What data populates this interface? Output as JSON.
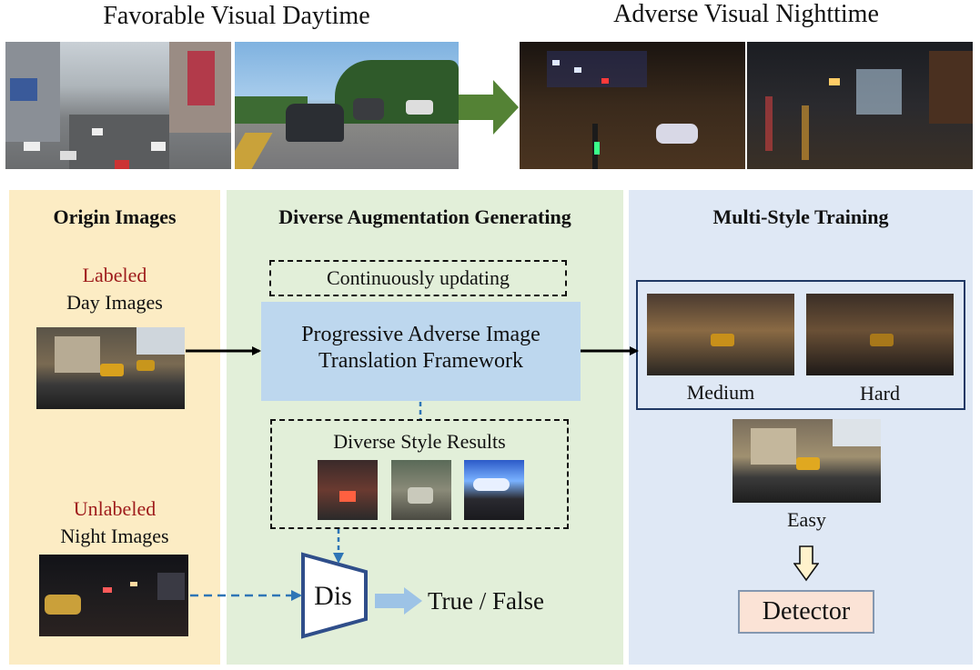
{
  "headings": {
    "day": "Favorable Visual Daytime",
    "night": "Adverse Visual Nighttime"
  },
  "origin": {
    "title": "Origin Images",
    "labeled_word": "Labeled",
    "day_images": "Day Images",
    "unlabeled_word": "Unlabeled",
    "night_images": "Night Images"
  },
  "augment": {
    "title": "Diverse Augmentation Generating",
    "updating": "Continuously updating",
    "framework_line1": "Progressive Adverse Image",
    "framework_line2": "Translation Framework",
    "results": "Diverse Style Results",
    "dis": "Dis",
    "truefalse": "True / False"
  },
  "training": {
    "title": "Multi-Style Training",
    "medium": "Medium",
    "hard": "Hard",
    "easy": "Easy",
    "detector": "Detector"
  },
  "colors": {
    "origin_bg": "#fcecc4",
    "augment_bg": "#e2efd9",
    "training_bg": "#dfe8f5",
    "framework_box": "#bdd7ee",
    "detector_box": "#fbe3d6",
    "green_arrow": "#548235",
    "label_red": "#9e1b1b"
  }
}
